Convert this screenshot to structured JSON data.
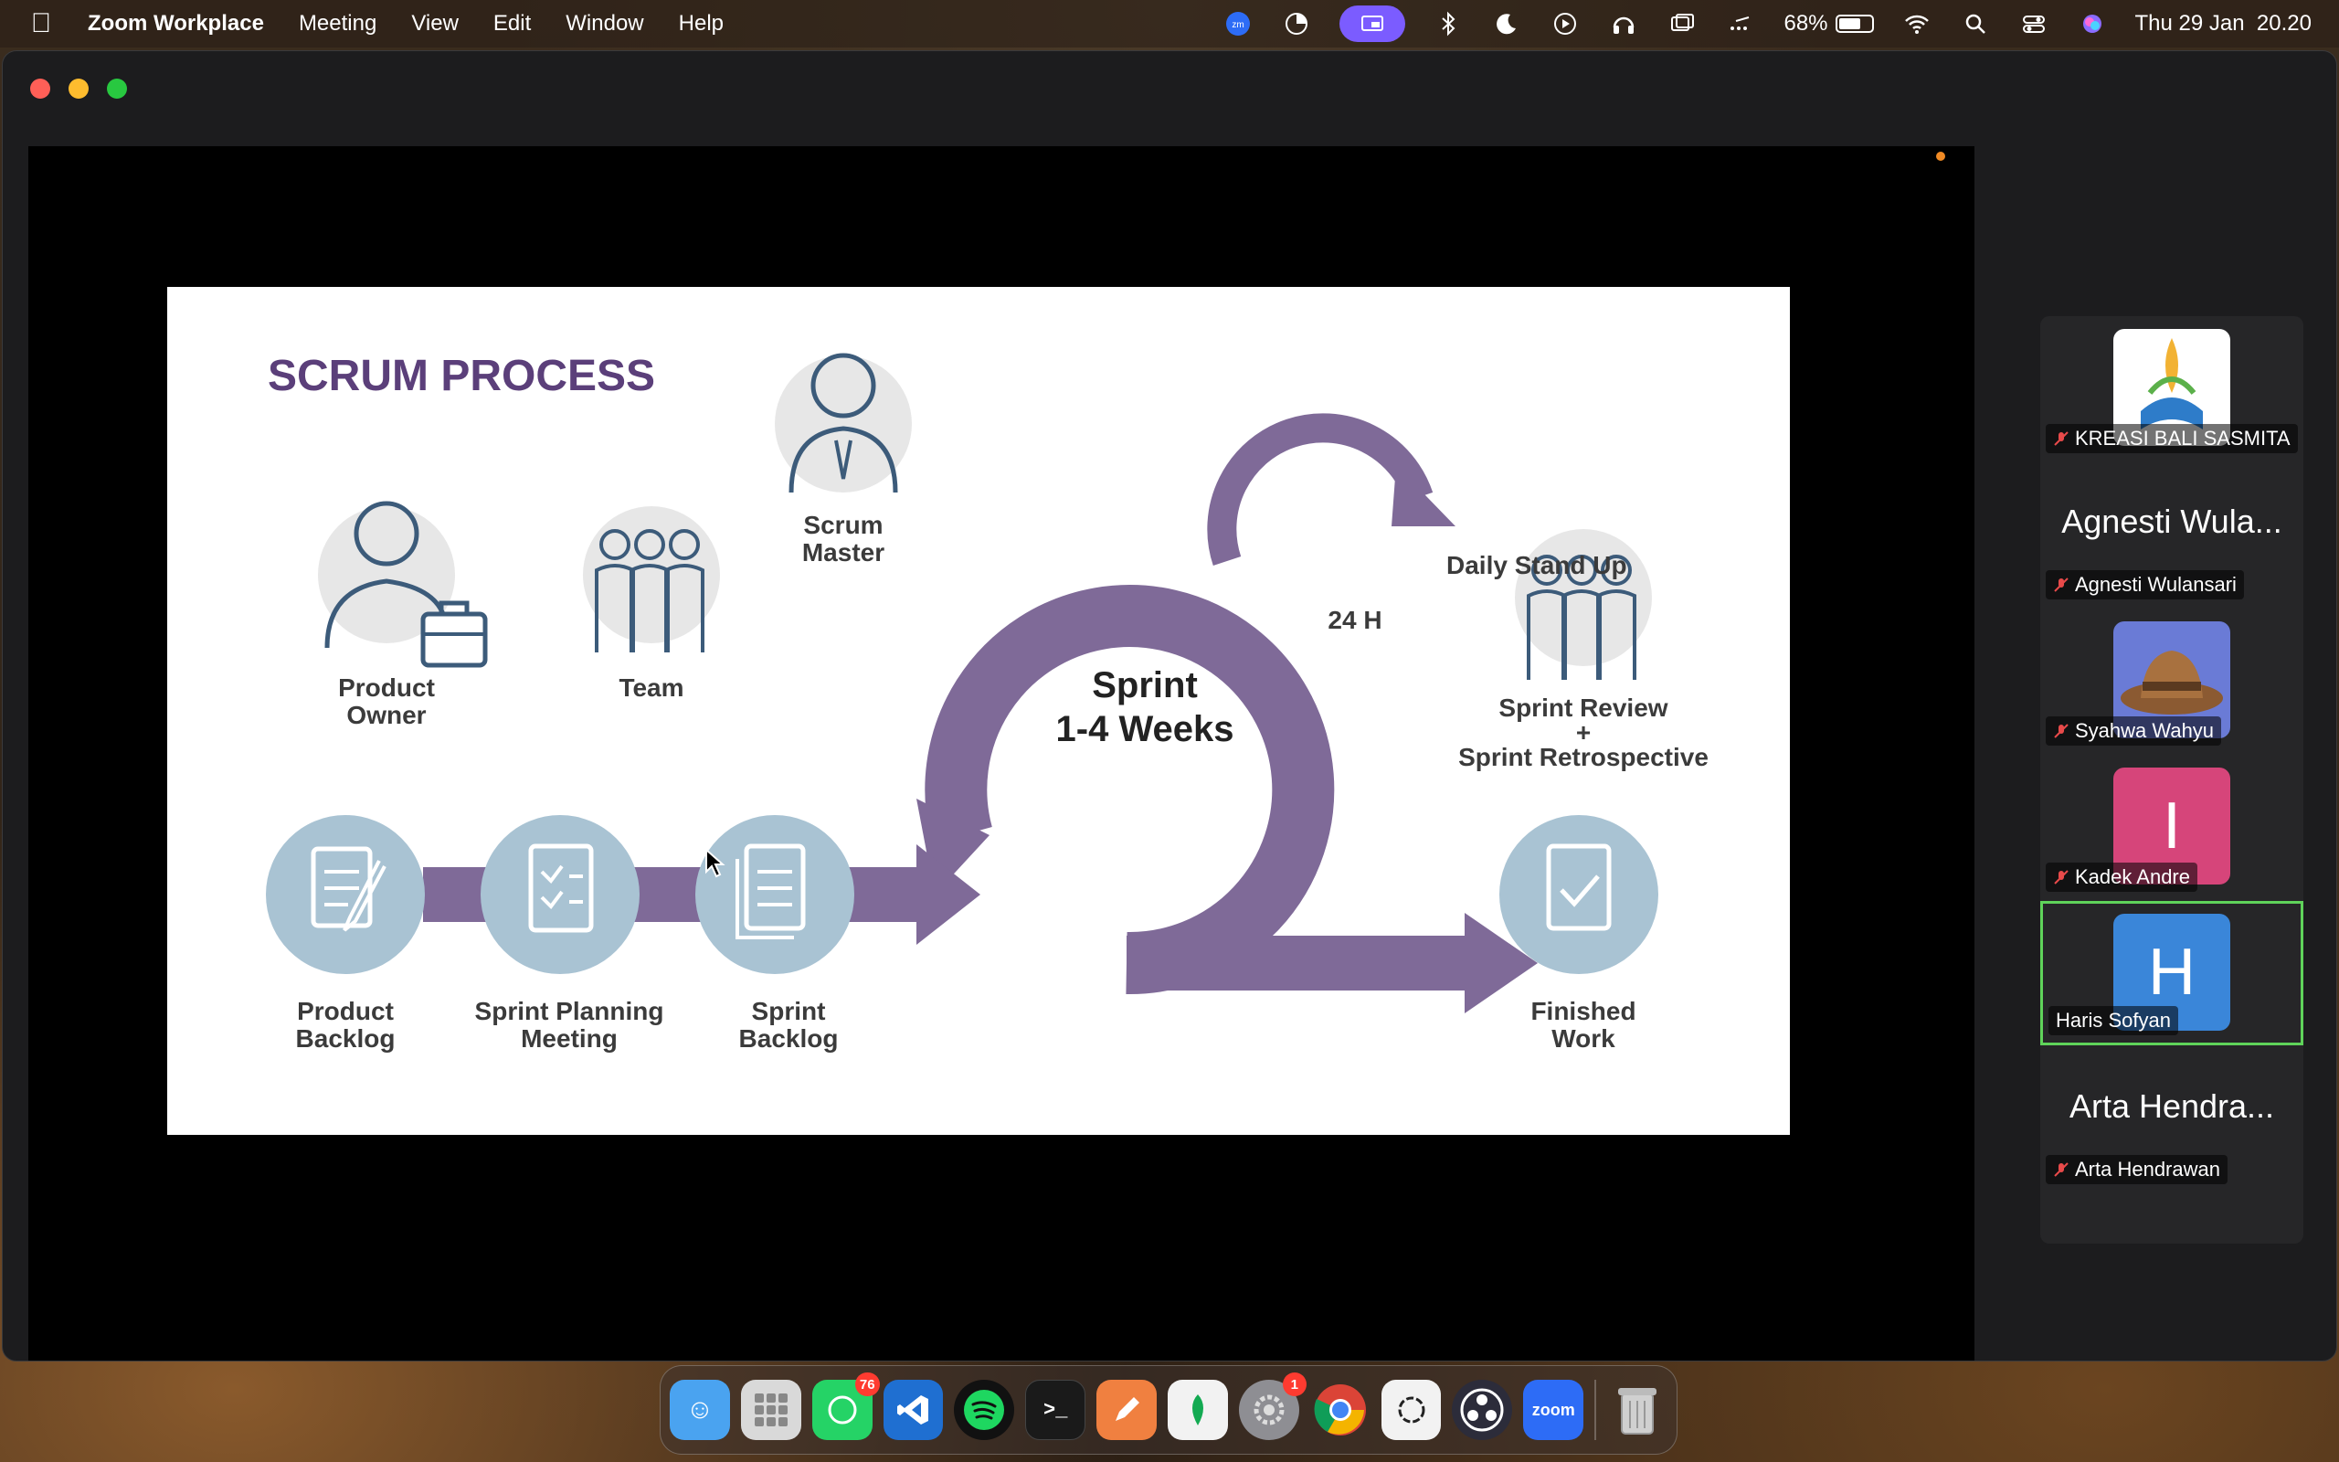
{
  "menubar": {
    "app_name": "Zoom Workplace",
    "items": [
      "Meeting",
      "View",
      "Edit",
      "Window",
      "Help"
    ],
    "battery_percent": "68%",
    "battery_level": 0.68,
    "datetime": "Thu 29 Jan  20.20",
    "status_icons": [
      "zoom-icon",
      "color-picker-icon",
      "screen-share-icon",
      "bluetooth-icon",
      "moon-icon",
      "play-icon",
      "headphones-icon",
      "display-icon",
      "dots-icon",
      "battery-icon",
      "wifi-icon",
      "search-icon",
      "control-center-icon",
      "siri-icon"
    ]
  },
  "slide": {
    "title": "SCRUM PROCESS",
    "scrum_master": [
      "Scrum",
      "Master"
    ],
    "product_owner": [
      "Product",
      "Owner"
    ],
    "team": "Team",
    "daily_stand_up": "Daily Stand Up",
    "cycle_time": "24 H",
    "sprint": [
      "Sprint",
      "1-4 Weeks"
    ],
    "review": [
      "Sprint Review",
      "+",
      "Sprint Retrospective"
    ],
    "product_backlog": [
      "Product",
      "Backlog"
    ],
    "sprint_planning": [
      "Sprint Planning",
      "Meeting"
    ],
    "sprint_backlog": [
      "Sprint",
      "Backlog"
    ],
    "finished_work": [
      "Finished",
      "Work"
    ],
    "colors": {
      "title": "#5b3f7a",
      "arrow": "#7f6a98",
      "circle": "#a9c3d3",
      "icon_stroke": "#5a7fa0"
    }
  },
  "participants": [
    {
      "display": "",
      "label": "KREASI BALI SASMITA",
      "muted": true,
      "avatar": "logo"
    },
    {
      "display": "Agnesti Wula...",
      "label": "Agnesti Wulansari",
      "muted": true,
      "avatar": "none"
    },
    {
      "display": "",
      "label": "Syahwa Wahyu",
      "muted": true,
      "avatar": "hat"
    },
    {
      "display": "I",
      "label": "Kadek Andre",
      "muted": true,
      "avatar": "letter",
      "color": "#d6457a"
    },
    {
      "display": "H",
      "label": "Haris Sofyan",
      "muted": false,
      "avatar": "letter",
      "color": "#3a86d9",
      "active": true
    },
    {
      "display": "Arta Hendra...",
      "label": "Arta Hendrawan",
      "muted": true,
      "avatar": "none"
    }
  ],
  "dock": {
    "apps": [
      {
        "name": "finder-icon",
        "color": "#4aa3f0"
      },
      {
        "name": "launchpad-icon",
        "color": "#d9d9d9"
      },
      {
        "name": "whatsapp-icon",
        "color": "#25d366",
        "badge": "76"
      },
      {
        "name": "vscode-icon",
        "color": "#1f6fd1"
      },
      {
        "name": "spotify-icon",
        "color": "#1ed760"
      },
      {
        "name": "terminal-icon",
        "color": "#1a1a1a",
        "glyph": ">_"
      },
      {
        "name": "pen-icon",
        "color": "#f08040"
      },
      {
        "name": "mongodb-icon",
        "color": "#f2f2f2"
      },
      {
        "name": "settings-icon",
        "color": "#8e8e93",
        "badge": "1"
      },
      {
        "name": "chrome-icon",
        "color": "#f2f2f2"
      },
      {
        "name": "chatgpt-icon",
        "color": "#f2f2f2"
      },
      {
        "name": "obs-icon",
        "color": "#2c2c3a"
      },
      {
        "name": "zoom-icon",
        "color": "#2d6cf6",
        "glyph": "zoom"
      },
      {
        "name": "trash-icon",
        "color": "#c8c8c8"
      }
    ]
  }
}
